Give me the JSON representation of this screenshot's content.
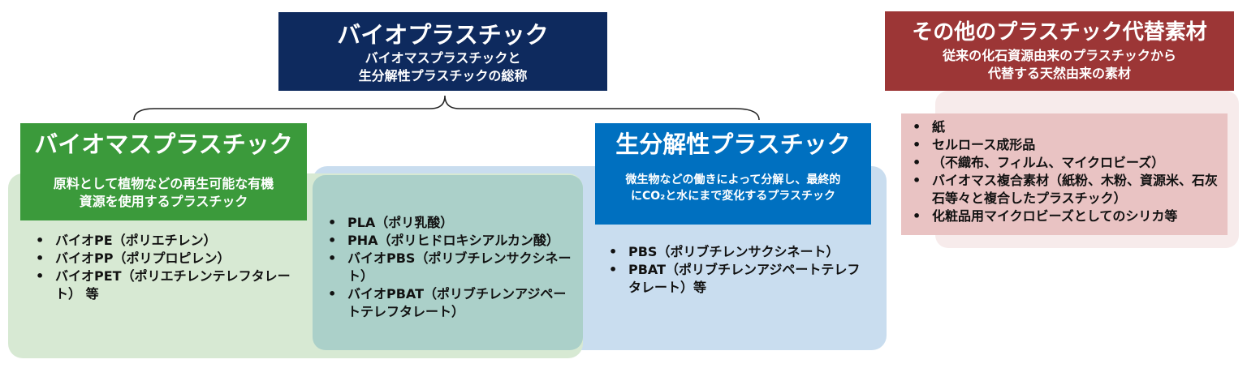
{
  "bioplastic": {
    "title": "バイオプラスチック",
    "subtitle_lines": [
      "バイオマスプラスチックと",
      "生分解性プラスチックの総称"
    ]
  },
  "biomass": {
    "title": "バイオマスプラスチック",
    "subtitle_lines": [
      "原料として植物などの再生可能な有機",
      "資源を使用するプラスチック"
    ],
    "items": [
      "バイオPE（ポリエチレン）",
      "バイオPP（ポリプロピレン）",
      "バイオPET（ポリエチレンテレフタレート） 等"
    ]
  },
  "overlap": {
    "items": [
      "PLA（ポリ乳酸）",
      "PHA（ポリヒドロキシアルカン酸）",
      "バイオPBS（ポリブチレンサクシネート）",
      "バイオPBAT（ポリブチレンアジペートテレフタレート）"
    ]
  },
  "biodegradable": {
    "title": "生分解性プラスチック",
    "subtitle_lines": [
      "微生物などの働きによって分解し、最終的",
      "にCO₂と水にまで変化するプラスチック"
    ],
    "items": [
      "PBS（ポリブチレンサクシネート）",
      "PBAT（ポリブチレンアジペートテレフタレート）等"
    ]
  },
  "other": {
    "title": "その他のプラスチック代替素材",
    "subtitle_lines": [
      "従来の化石資源由来のプラスチックから",
      "代替する天然由来の素材"
    ],
    "items": [
      "紙",
      "セルロース成形品",
      "（不織布、フィルム、マイクロビーズ）",
      "バイオマス複合素材（紙粉、木粉、資源米、石灰石等々と複合したプラスチック）",
      "化粧品用マイクロビーズとしてのシリカ等"
    ]
  },
  "colors": {
    "navy": "#0e2a5e",
    "green": "#3b9a3b",
    "blue": "#0070c0",
    "red": "#9c3636"
  }
}
